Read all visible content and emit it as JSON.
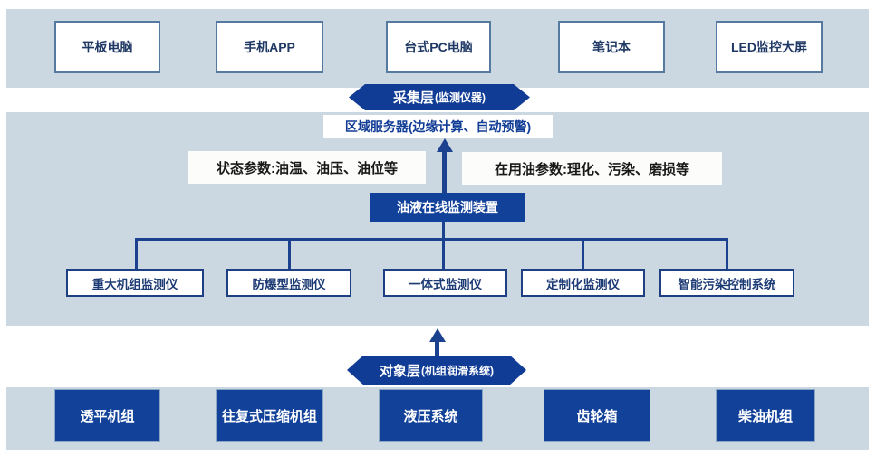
{
  "colors": {
    "band_bg": "#ccd8e1",
    "dark_blue": "#12419a",
    "pill_blue": "#113c96",
    "steel_border": "#55799f",
    "navy_border": "#1e4083",
    "navy_text": "#1f3864",
    "connector": "#1c418f",
    "param_text": "#181818",
    "white": "#ffffff"
  },
  "top_devices": [
    "平板电脑",
    "手机APP",
    "台式PC电脑",
    "笔记本",
    "LED监控大屏"
  ],
  "collection_layer": {
    "title": "采集层",
    "subtitle": "(监测仪器)"
  },
  "server_box": {
    "label": "区域服务器(边缘计算、自动预警)"
  },
  "parameters": {
    "left": "状态参数:油温、油压、油位等",
    "right": "在用油参数:理化、污染、磨损等"
  },
  "monitor_device": {
    "label": "油液在线监测装置"
  },
  "instruments": [
    "重大机组监测仪",
    "防爆型监测仪",
    "一体式监测仪",
    "定制化监测仪",
    "智能污染控制系统"
  ],
  "object_layer": {
    "title": "对象层",
    "subtitle": "(机组润滑系统)"
  },
  "bottom_units": [
    "透平机组",
    "往复式压缩机组",
    "液压系统",
    "齿轮箱",
    "柴油机组"
  ]
}
